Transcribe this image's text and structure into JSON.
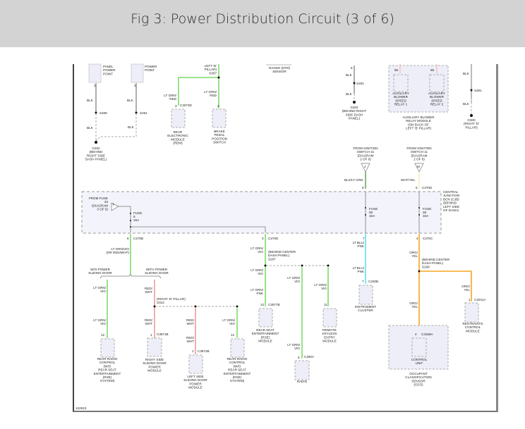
{
  "header": {
    "title": "Fig 3: Power Distribution Circuit (3 of 6)"
  },
  "colors": {
    "header_bg": "#d3d3d3",
    "box_fill": "#eeeef8",
    "box_stroke": "#999999",
    "wire_blk": "#999999",
    "wire_lt_grn": "#7fdc6a",
    "wire_red_wht": "#f29a9a",
    "wire_lt_blu": "#5ee1ef",
    "wire_org_yel": "#f5a623",
    "wire_wht_yel": "#f4f0c0",
    "wire_blk_lt_grn": "#6aa85a",
    "wire_pink": "#f4b8b8"
  },
  "diagram": {
    "figure_id": "122523",
    "top_section": {
      "panel_power_point_1": {
        "label": "PANEL\nPOWER\nPOINT",
        "pin": "3",
        "wire1": "BLK",
        "splice": "S209",
        "wire2": "BLK"
      },
      "power_point_2": {
        "label": "POWER\nPOINT",
        "pin": "3",
        "wire1": "BLK",
        "splice": "S261",
        "wire2": "BLK"
      },
      "ground_g202": {
        "label": "G202\n(BEHIND\nRIGHT SIDE\nDASH PANEL)"
      },
      "pillar_splice": {
        "label": "LEFT 'B'\nPILLAR)\nS307"
      },
      "rem": {
        "wire": "LT GRN/\nRED",
        "pin": "3",
        "connector": "C2073D",
        "label": "REAR\nELECTRONIC\nMODULE\n(REM)"
      },
      "brake_switch": {
        "wire": "LT GRN/\nRED",
        "pin": "3",
        "label": "BRAKE\nPEDAL\nPOSITION\nSWITCH"
      },
      "dtr_sensor": {
        "label": "RANGE (DTR)\nSENSOR"
      },
      "ground_mid": {
        "pin": "5",
        "wire1": "BLK",
        "splice": "S202",
        "wire2": "BLK",
        "label": "G202\n(BEHIND RIGHT\nSIDE DASH\nPANEL)"
      },
      "relay_module": {
        "relay1": {
          "pin": "86",
          "label": "AUXILIARY\nBLOWER\nSPEED\nRELAY 1"
        },
        "relay2": {
          "pin": "86",
          "label": "AUXILIARY\nBLOWER\nSPEED\nRELAY 2"
        },
        "label": "AUXILIARY BLOWER\nRELAY MODULE\n(ON BACK OF\nLEFT 'B' PILLAR)"
      },
      "ground_right": {
        "wire1": "BLK",
        "splice": "S301",
        "wire2": "BLK",
        "label": "G300\n(RIGHT 'D'\nPILLAR)"
      }
    },
    "ignition_feeds": [
      {
        "label": "FROM IGNITION\nSWITCH 31\n(DIAGRAM\n2 OF 6)",
        "symbol": "J",
        "wire": "BLK/LT GRN",
        "pin": "8"
      },
      {
        "label": "FROM IGNITION\nSWITCH 11\n(DIAGRAM\n2 OF 6)",
        "symbol": "M",
        "wire": "WHT/YEL",
        "pin": "5",
        "connector": "C270D"
      }
    ],
    "cjb": {
      "label": "CENTRAL\nJUNCTION\nBOX (CJB)\n(BEHIND\nLEFT SIDE\nOF DASH)",
      "from_fuse": {
        "label": "FROM FUSE\n33\n(DIAGRAM\n3 OF 6)",
        "symbol": "T"
      },
      "fuses": [
        {
          "name": "FUSE",
          "number": "6",
          "rating": "15A"
        },
        {
          "name": "FUSE",
          "number": "56",
          "rating": "15A"
        },
        {
          "name": "FUSE",
          "number": "36",
          "rating": "15A"
        }
      ],
      "outputs": [
        {
          "pin": "6",
          "connector": "C270B"
        },
        {
          "pin": "3",
          "connector": "C270D"
        },
        {
          "pin": "7",
          "connector": ""
        },
        {
          "pin": "4",
          "connector": "C270C"
        }
      ]
    },
    "lower_left": {
      "main_wire": "LT GRN/VIO\n(OR RED/WHT)",
      "option_without": "W/O POWER\nSLIDING DOOR",
      "option_with": "WITH POWER\nSLIDING DOOR",
      "rrc_left": {
        "wire1": "LT GRN/\nVIO",
        "wire2": "LT GRN/\nVIO",
        "pin": "12",
        "label": "REAR RADIO\nCONTROL\n(W/O\nREAR SEAT\nENTERTAINMENT\n(RSE)\nSYSTEM)"
      },
      "splice_s313": {
        "label": "(RIGHT 'D' PILLAR)\nS313",
        "wire_in": "RED/\nWHT"
      },
      "right_door": {
        "wire": "RED/\nWHT",
        "pin": "1",
        "connector": "C3871B",
        "label": "RIGHT SIDE\nSLIDING DOOR\nPOWER\nMODULE"
      },
      "left_door": {
        "wire1": "RED/\nWHT",
        "wire2": "RED/\nWHT",
        "pin": "1",
        "connector": "C3872B",
        "label": "LEFT SIDE\nSLIDING DOOR\nPOWER\nMODULE"
      },
      "rrc_right": {
        "wire": "LT GRN/\nVIO",
        "pin": "12",
        "label": "REAR RADIO\nCONTROL\n(W/O\nREAR SEAT\nENTERTAINMENT\n(RSE)\nSYSTEM)"
      }
    },
    "lower_center": {
      "wire_in": "LT GRN/\nVIO",
      "splice": "(BEHIND CENTER\nDASH PANEL)\nS207",
      "rse": {
        "wire1": "LT GRN/\nVIO",
        "wire2": "LT GRN/\nPNK",
        "pin": "12",
        "connector": "C3077B",
        "label": "REAR SEAT\nENTERTAINMENT\n(RSE)\nMODULE"
      },
      "radio": {
        "wire1": "LT GRN/\nVIO",
        "wire2": "LT GRN/\nVIO",
        "pin": "6",
        "connector": "C290A",
        "label": "RADIO"
      },
      "rke": {
        "wire": "LT GRN/\nVIO",
        "pin": "11",
        "label": "REMOTE\nKEYLESS\nENTRY\nMODULE"
      }
    },
    "lower_right": {
      "cluster": {
        "wire1": "LT BLU/\nPNK",
        "wire2": "LT BLU/\nPNK",
        "pin": "7",
        "connector": "C220B",
        "label": "INSTRUMENT\nCLUSTER"
      },
      "org_wire": "ORG/\nYEL",
      "splice": "(BEHIND CENTER\nDASH PANEL)\nS209",
      "rcm": {
        "wire": "ORG/\nYEL",
        "pin": "1",
        "connector": "C2041A",
        "label": "RESTRAINTS\nCONTROL\nMODULE"
      },
      "ocs": {
        "wire": "ORG/\nYEL",
        "pin": "4",
        "connector": "C3158A",
        "unit_label": "CONTROL\nUNIT",
        "label": "OCCUPANT\nCLASSIFICATION\nSENSOR\n(OCS)"
      }
    }
  }
}
